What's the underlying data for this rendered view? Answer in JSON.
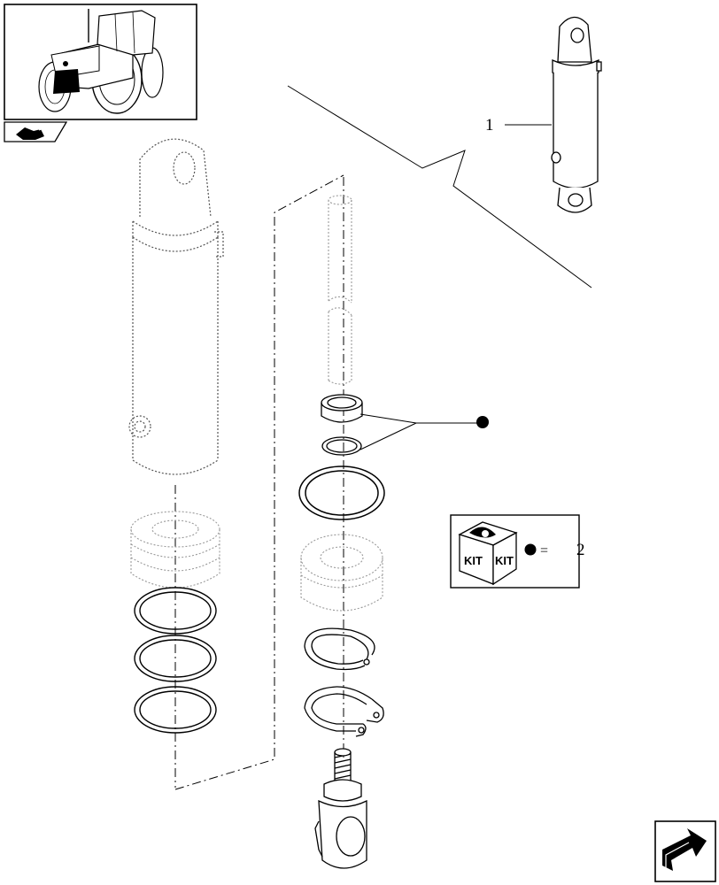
{
  "callouts": {
    "cylinder_assembly": "1",
    "seal_kit": "2"
  },
  "kit_legend": {
    "kit_word_left": "KIT",
    "kit_word_right": "KIT",
    "equals_sign": "="
  },
  "icons": {
    "thumbnail": "tractor-thumbnail-icon",
    "prev_page": "previous-page-icon",
    "next_page": "next-page-arrow-icon",
    "kit_box": "kit-box-icon",
    "kit_marker": "filled-dot-icon"
  },
  "colors": {
    "line": "#000000",
    "dashed_part": "#9a9a9a",
    "background": "#ffffff"
  }
}
